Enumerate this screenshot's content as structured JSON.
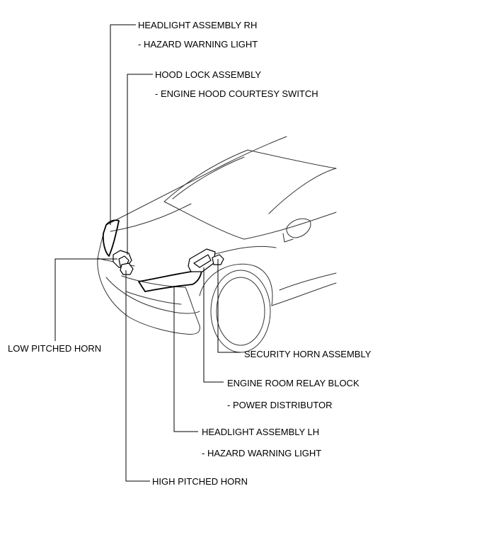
{
  "labels": {
    "headlight_rh": "HEADLIGHT ASSEMBLY RH",
    "headlight_rh_sub": "- HAZARD WARNING LIGHT",
    "hood_lock": "HOOD LOCK ASSEMBLY",
    "hood_lock_sub": "- ENGINE HOOD COURTESY SWITCH",
    "low_horn": "LOW PITCHED HORN",
    "security_horn": "SECURITY HORN ASSEMBLY",
    "relay_block": "ENGINE ROOM RELAY BLOCK",
    "relay_block_sub": "- POWER DISTRIBUTOR",
    "headlight_lh": "HEADLIGHT ASSEMBLY LH",
    "headlight_lh_sub": "- HAZARD WARNING LIGHT",
    "high_horn": "HIGH PITCHED HORN"
  },
  "colors": {
    "line": "#000000",
    "car_line": "#333333",
    "background": "#ffffff"
  }
}
